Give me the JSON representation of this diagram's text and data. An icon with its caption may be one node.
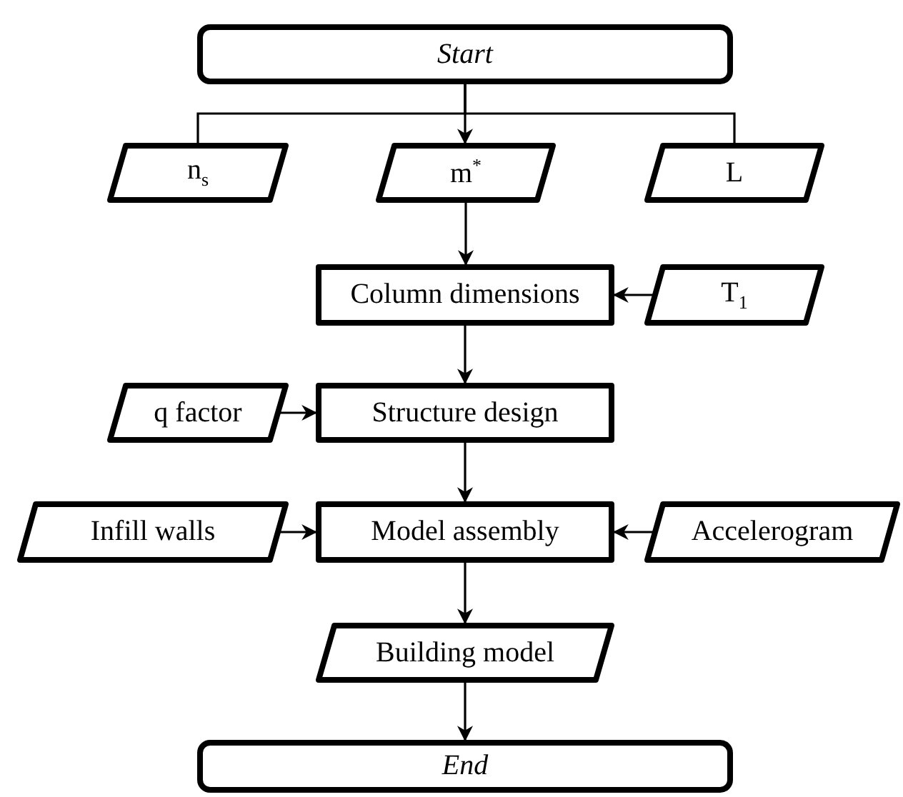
{
  "diagram": {
    "nodes": [
      {
        "text": [
          "Start"
        ]
      },
      {
        "text": [
          "n$_{s}$"
        ]
      },
      {
        "text": [
          "m$^{*}$"
        ]
      },
      {
        "text": [
          "L"
        ]
      },
      {
        "text": [
          "Column dimensions"
        ]
      },
      {
        "text": [
          "T$_{1}$"
        ]
      },
      {
        "text": [
          "q factor"
        ]
      },
      {
        "text": [
          "Structure design"
        ]
      },
      {
        "text": [
          "Infill walls"
        ]
      },
      {
        "text": [
          "Model assembly"
        ]
      },
      {
        "text": [
          "Accelerogram"
        ]
      },
      {
        "text": [
          "Building model"
        ]
      },
      {
        "text": [
          "End"
        ]
      }
    ],
    "edges": [
      {
        "from": 0,
        "to": 1,
        "arrow": "none"
      },
      {
        "from": 0,
        "to": 2,
        "arrow": "to"
      },
      {
        "from": 0,
        "to": 3,
        "arrow": "none"
      },
      {
        "from": 2,
        "to": 4,
        "arrow": "to"
      },
      {
        "from": 5,
        "to": 4,
        "arrow": "to"
      },
      {
        "from": 4,
        "to": 7,
        "arrow": "to"
      },
      {
        "from": 6,
        "to": 7,
        "arrow": "to"
      },
      {
        "from": 7,
        "to": 9,
        "arrow": "to"
      },
      {
        "from": 8,
        "to": 9,
        "arrow": "to"
      },
      {
        "from": 10,
        "to": 9,
        "arrow": "to"
      },
      {
        "from": 9,
        "to": 11,
        "arrow": "to"
      },
      {
        "from": 11,
        "to": 12,
        "arrow": "to"
      }
    ]
  }
}
